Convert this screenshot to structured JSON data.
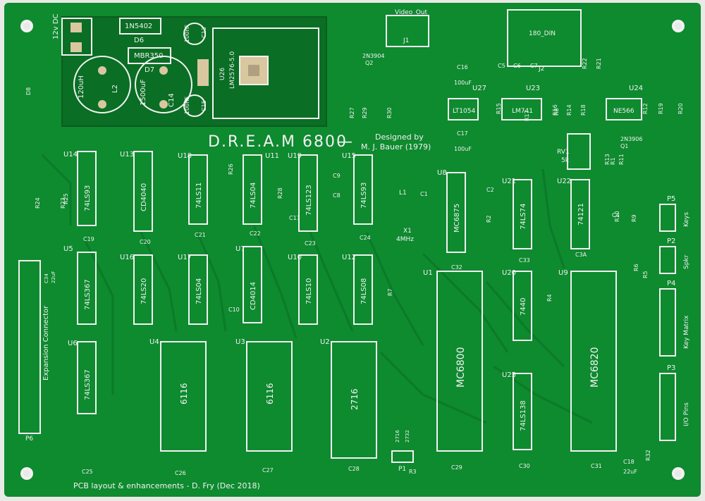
{
  "colors": {
    "board": "#0e8a2f",
    "board_dark": "#0a6e24",
    "trace": "#0b7a29",
    "silk": "#f2f2f2",
    "pad": "#d9c7a0",
    "background": "#e9e9e6"
  },
  "board": {
    "title": "D.R.E.A.M 6800",
    "dash": "—",
    "designed_line1": "Designed by",
    "designed_line2": "M. J. Bauer (1979)",
    "footer": "PCB layout & enhancements - D. Fry (Dec 2018)"
  },
  "power": {
    "dc_label": "12v DC",
    "d6_part": "1N5402",
    "d6": "D6",
    "d7_part": "MBR350",
    "d7": "D7",
    "l2_value": "120uH",
    "l2": "L2",
    "c14_value": "1500uF",
    "c14": "C14",
    "c13": "C13",
    "c13_value": "100nF",
    "c15": "C15",
    "c15_value": "100nF",
    "u26": "U26",
    "u26_part": "LM2576-5.0"
  },
  "connectors": {
    "video_out": "Video_Out",
    "j1": "J1",
    "din": "180_DIN",
    "j2": "J2",
    "p5_label": "Keys",
    "p5": "P5",
    "p2_label": "Spkr",
    "p2": "P2",
    "p4_label": "Key Matrix",
    "p4": "P4",
    "p3_label": "I/O Pins",
    "p3": "P3",
    "p6_label": "Expansion Connector",
    "p6": "P6",
    "p1": "P1",
    "p1_a": "2716",
    "p1_b": "2732"
  },
  "chips": [
    {
      "ref": "U14",
      "part": "74LS93"
    },
    {
      "ref": "U13",
      "part": "CD4040"
    },
    {
      "ref": "U18",
      "part": "74LS11"
    },
    {
      "ref": "U11",
      "part": "74LS04"
    },
    {
      "ref": "U19",
      "part": "74LS123"
    },
    {
      "ref": "U15",
      "part": "74LS93"
    },
    {
      "ref": "U8",
      "part": "MC6875"
    },
    {
      "ref": "U21",
      "part": "74LS74"
    },
    {
      "ref": "U22",
      "part": "74121"
    },
    {
      "ref": "U5",
      "part": "74LS367"
    },
    {
      "ref": "U16",
      "part": "74LS20"
    },
    {
      "ref": "U17",
      "part": "74LS04"
    },
    {
      "ref": "U7",
      "part": "CD4014"
    },
    {
      "ref": "U10",
      "part": "74LS10"
    },
    {
      "ref": "U12",
      "part": "74LS08"
    },
    {
      "ref": "U20",
      "part": "7440"
    },
    {
      "ref": "U6",
      "part": "74LS367"
    },
    {
      "ref": "U25",
      "part": "74LS138"
    },
    {
      "ref": "U27",
      "part": "LT1054"
    },
    {
      "ref": "U23",
      "part": "LM741"
    },
    {
      "ref": "U24",
      "part": "NE566"
    }
  ],
  "big_chips": [
    {
      "ref": "U4",
      "part": "6116"
    },
    {
      "ref": "U3",
      "part": "6116"
    },
    {
      "ref": "U2",
      "part": "2716"
    },
    {
      "ref": "U1",
      "part": "MC6800"
    },
    {
      "ref": "U9",
      "part": "MC6820"
    }
  ],
  "misc": {
    "q2": "Q2",
    "q2_part": "2N3904",
    "q1": "Q1",
    "q1_part": "2N3906",
    "x1": "X1",
    "x1_freq": "4MHz",
    "l1": "L1",
    "rv1": "RV1",
    "rv1_value": "5k",
    "c16": "C16",
    "c16_value": "100uF",
    "c17": "C17",
    "c17_value": "100uF",
    "c18": "C18",
    "c18_value": "22uF",
    "d8": "D8",
    "c34": "C34",
    "c34_value": "22uF"
  },
  "resistors": [
    "R24",
    "R23",
    "R27",
    "R29",
    "R30",
    "R26",
    "R22",
    "R21",
    "R15",
    "R17",
    "R16",
    "R14",
    "R18",
    "R12",
    "R19",
    "R20",
    "R13",
    "R11",
    "R10",
    "R9",
    "R6",
    "R5",
    "R8",
    "R7",
    "R4",
    "R2",
    "R3",
    "R1",
    "R25",
    "R28",
    "R32"
  ],
  "caps": [
    "C19",
    "C20",
    "C21",
    "C22",
    "C23",
    "C24",
    "C32",
    "C33",
    "C3A",
    "C10",
    "C25",
    "C26",
    "C27",
    "C28",
    "C29",
    "C30",
    "C31",
    "C9",
    "C11",
    "C4",
    "C5",
    "C6",
    "C7",
    "C1",
    "C2",
    "C8"
  ]
}
